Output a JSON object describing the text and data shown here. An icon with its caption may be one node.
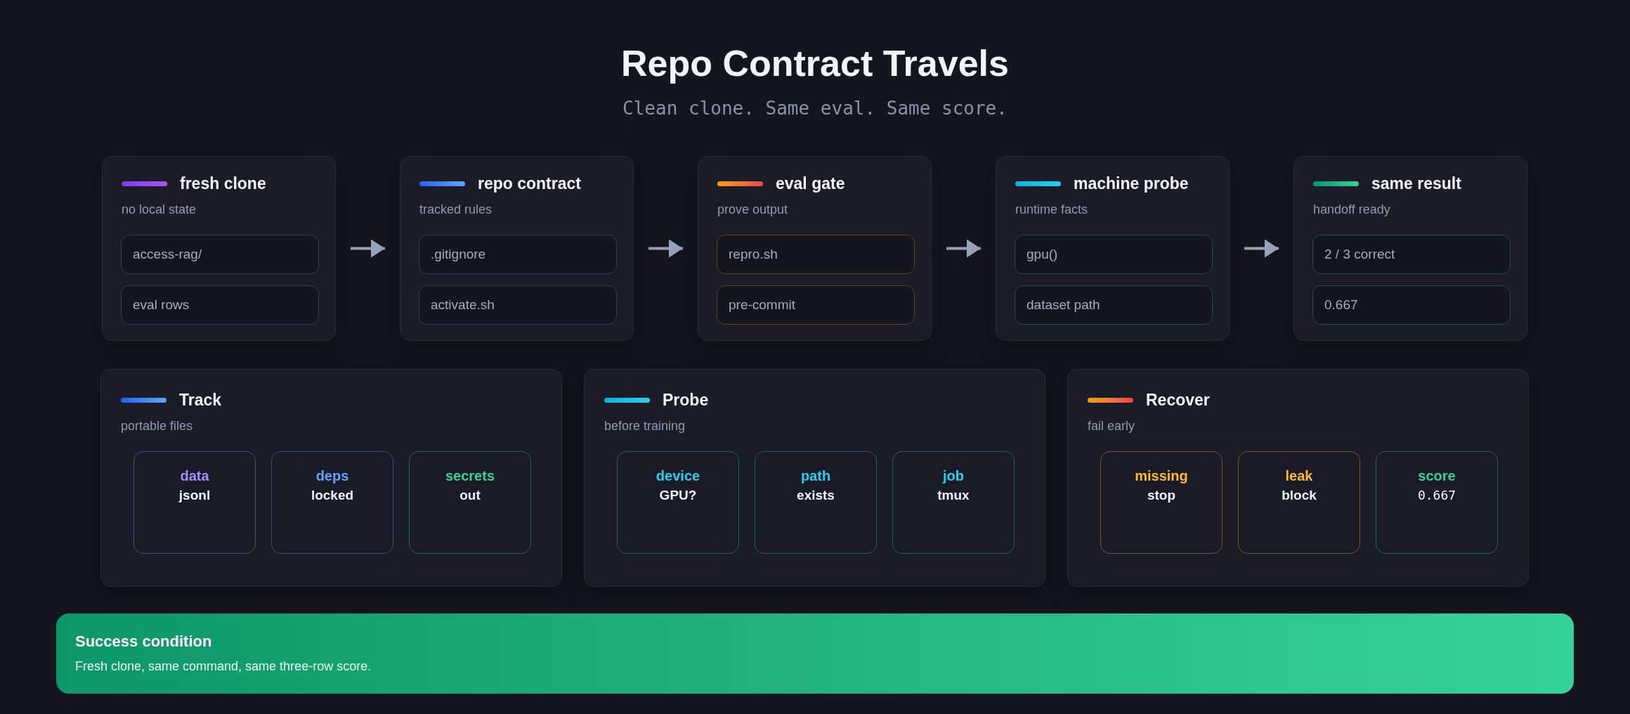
{
  "diagram": {
    "title": "Repo Contract Travels",
    "nodes": [
      {
        "text": [
          "fresh clone",
          "no local state"
        ]
      },
      {
        "text": [
          "access-rag/"
        ],
        "in": 0
      },
      {
        "text": [
          "eval rows"
        ],
        "in": 0
      },
      {
        "text": [
          "repo contract",
          "tracked rules"
        ]
      },
      {
        "text": [
          ".gitignore"
        ],
        "in": 3
      },
      {
        "text": [
          "activate.sh"
        ],
        "in": 3
      },
      {
        "text": [
          "eval gate",
          "prove output"
        ]
      },
      {
        "text": [
          "repro.sh"
        ],
        "in": 6
      },
      {
        "text": [
          "pre-commit"
        ],
        "in": 6
      },
      {
        "text": [
          "machine probe",
          "runtime facts"
        ]
      },
      {
        "text": [
          "gpu()"
        ],
        "in": 9
      },
      {
        "text": [
          "dataset path"
        ],
        "in": 9
      },
      {
        "text": [
          "same result",
          "handoff ready"
        ]
      },
      {
        "text": [
          "2 / 3 correct"
        ],
        "in": 12
      },
      {
        "text": [
          "0.667"
        ],
        "in": 12
      },
      {
        "text": [
          "Track",
          "portable files"
        ]
      },
      {
        "text": [
          "data",
          "jsonl"
        ],
        "in": 15
      },
      {
        "text": [
          "deps",
          "locked"
        ],
        "in": 15
      },
      {
        "text": [
          "secrets",
          "out"
        ],
        "in": 15
      },
      {
        "text": [
          "Probe",
          "before training"
        ]
      },
      {
        "text": [
          "device",
          "GPU?"
        ],
        "in": 19
      },
      {
        "text": [
          "path",
          "exists"
        ],
        "in": 19
      },
      {
        "text": [
          "job",
          "tmux"
        ],
        "in": 19
      },
      {
        "text": [
          "Recover",
          "fail early"
        ]
      },
      {
        "text": [
          "missing",
          "stop"
        ],
        "in": 23
      },
      {
        "text": [
          "leak",
          "block"
        ],
        "in": 23
      },
      {
        "text": [
          "score",
          "0.667"
        ],
        "in": 23
      },
      {
        "text": [
          "Success condition",
          "Fresh clone, same command, same three-row score."
        ]
      }
    ],
    "edges": [
      {
        "from": 0,
        "to": 3,
        "arrow": "to"
      },
      {
        "from": 3,
        "to": 6,
        "arrow": "to"
      },
      {
        "from": 6,
        "to": 9,
        "arrow": "to"
      },
      {
        "from": 9,
        "to": 12,
        "arrow": "to"
      }
    ],
    "labels": [
      "Clean clone. Same eval. Same score."
    ]
  }
}
